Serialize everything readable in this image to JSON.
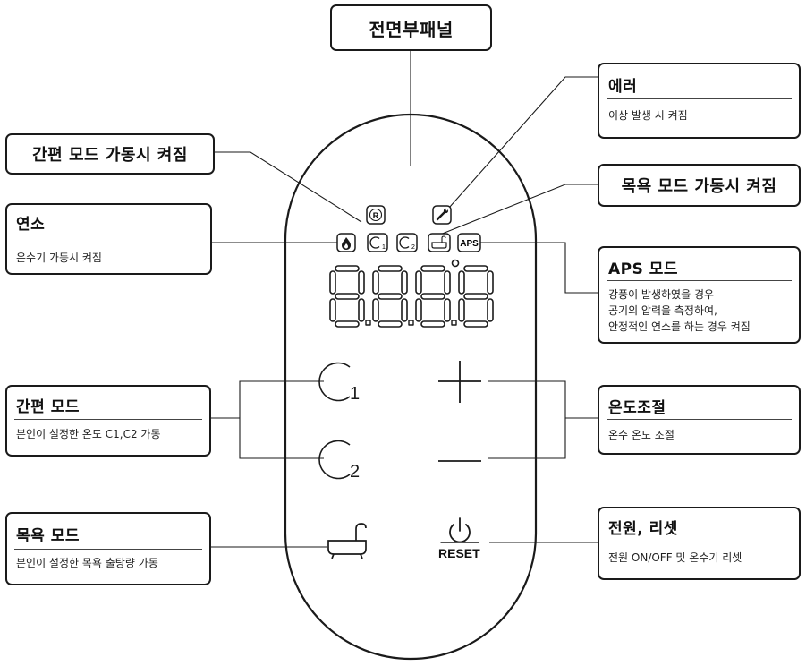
{
  "title": "전면부패널",
  "display": {
    "digits": "8.8.8.8"
  },
  "indicators": {
    "c1": "C1",
    "c2": "C2",
    "aps": "APS"
  },
  "buttons": {
    "c1_label": "C",
    "c1_sub": "1",
    "c2_label": "C",
    "c2_sub": "2",
    "reset_label": "RESET"
  },
  "callouts": {
    "quick_on": {
      "title": "간편 모드 가동시 켜짐"
    },
    "combustion": {
      "title": "연소",
      "desc": [
        "온수기 가동시 켜짐"
      ]
    },
    "quick_mode": {
      "title": "간편 모드",
      "desc": [
        "본인이 설정한 온도 C1,C2 가동"
      ]
    },
    "bath_mode": {
      "title": "목욕 모드",
      "desc": [
        "본인이 설정한 목욕 출탕량 가동"
      ]
    },
    "error": {
      "title": "에러",
      "desc": [
        "이상 발생 시 켜짐"
      ]
    },
    "bath_on": {
      "title": "목욕 모드 가동시 켜짐"
    },
    "aps_mode": {
      "title": "APS 모드",
      "desc": [
        "강풍이 발생하였을 경우",
        "공기의 압력을 측정하여,",
        "안정적인 연소를 하는 경우 켜짐"
      ]
    },
    "temp_control": {
      "title": "온도조절",
      "desc": [
        "온수 온도 조절"
      ]
    },
    "power_reset": {
      "title": "전원, 리셋",
      "desc": [
        "전원 ON/OFF 및 온수기 리셋"
      ]
    }
  }
}
